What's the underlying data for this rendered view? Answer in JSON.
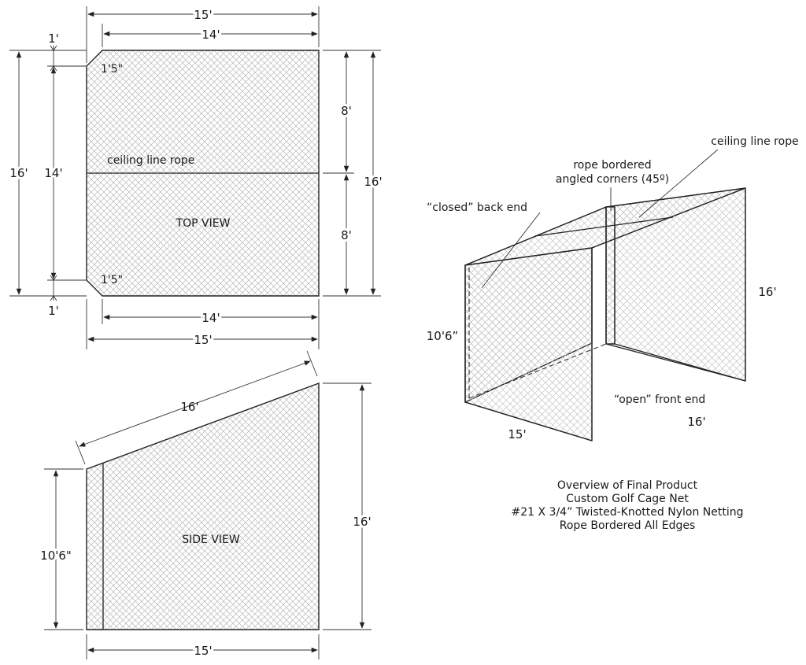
{
  "top_view": {
    "title": "TOP VIEW",
    "rope_label": "ceiling line rope",
    "dims": {
      "width_outer": "15'",
      "width_inner": "14'",
      "corner_offset": "1'",
      "corner_diag": "1'5\"",
      "height_outer": "16'",
      "height_inner": "14'",
      "half_height": "8'"
    }
  },
  "side_view": {
    "title": "SIDE VIEW",
    "dims": {
      "slope_length": "16'",
      "low_height": "10'6\"",
      "high_height": "16'",
      "length": "15'"
    }
  },
  "iso_view": {
    "labels": {
      "rope_corners_1": "rope bordered",
      "rope_corners_2": "angled corners (45º)",
      "ceiling_rope": "ceiling line rope",
      "closed_end": "“closed” back end",
      "open_end": "“open” front end"
    },
    "dims": {
      "height": "10'6”",
      "side_height": "16'",
      "length": "15'",
      "width": "16'"
    }
  },
  "caption": {
    "line1": "Overview of Final Product",
    "line2": "Custom Golf Cage Net",
    "line3": "#21 X 3/4” Twisted-Knotted Nylon Netting",
    "line4": "Rope Bordered All Edges"
  }
}
